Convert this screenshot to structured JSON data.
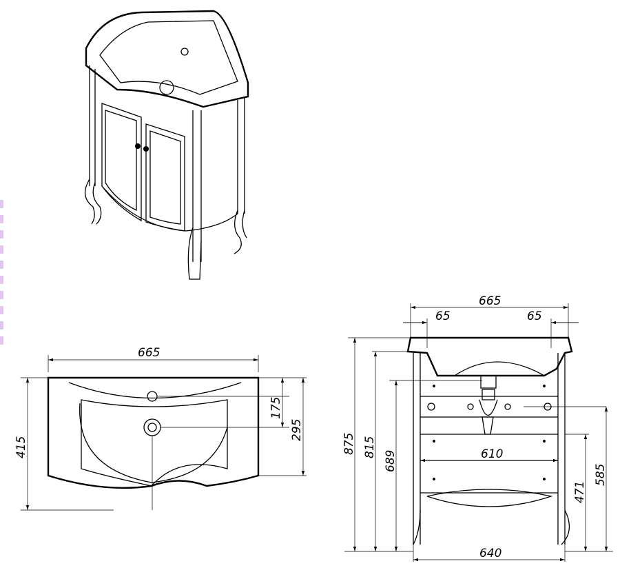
{
  "top_view": {
    "width": "665",
    "depth": "415",
    "d1": "175",
    "d2": "295"
  },
  "front_view": {
    "width": "665",
    "left_offset": "65",
    "right_offset": "65",
    "height_total": "875",
    "h2": "815",
    "h3": "689",
    "inner_width": "610",
    "h4": "471",
    "h5": "585",
    "leg_width": "640"
  }
}
